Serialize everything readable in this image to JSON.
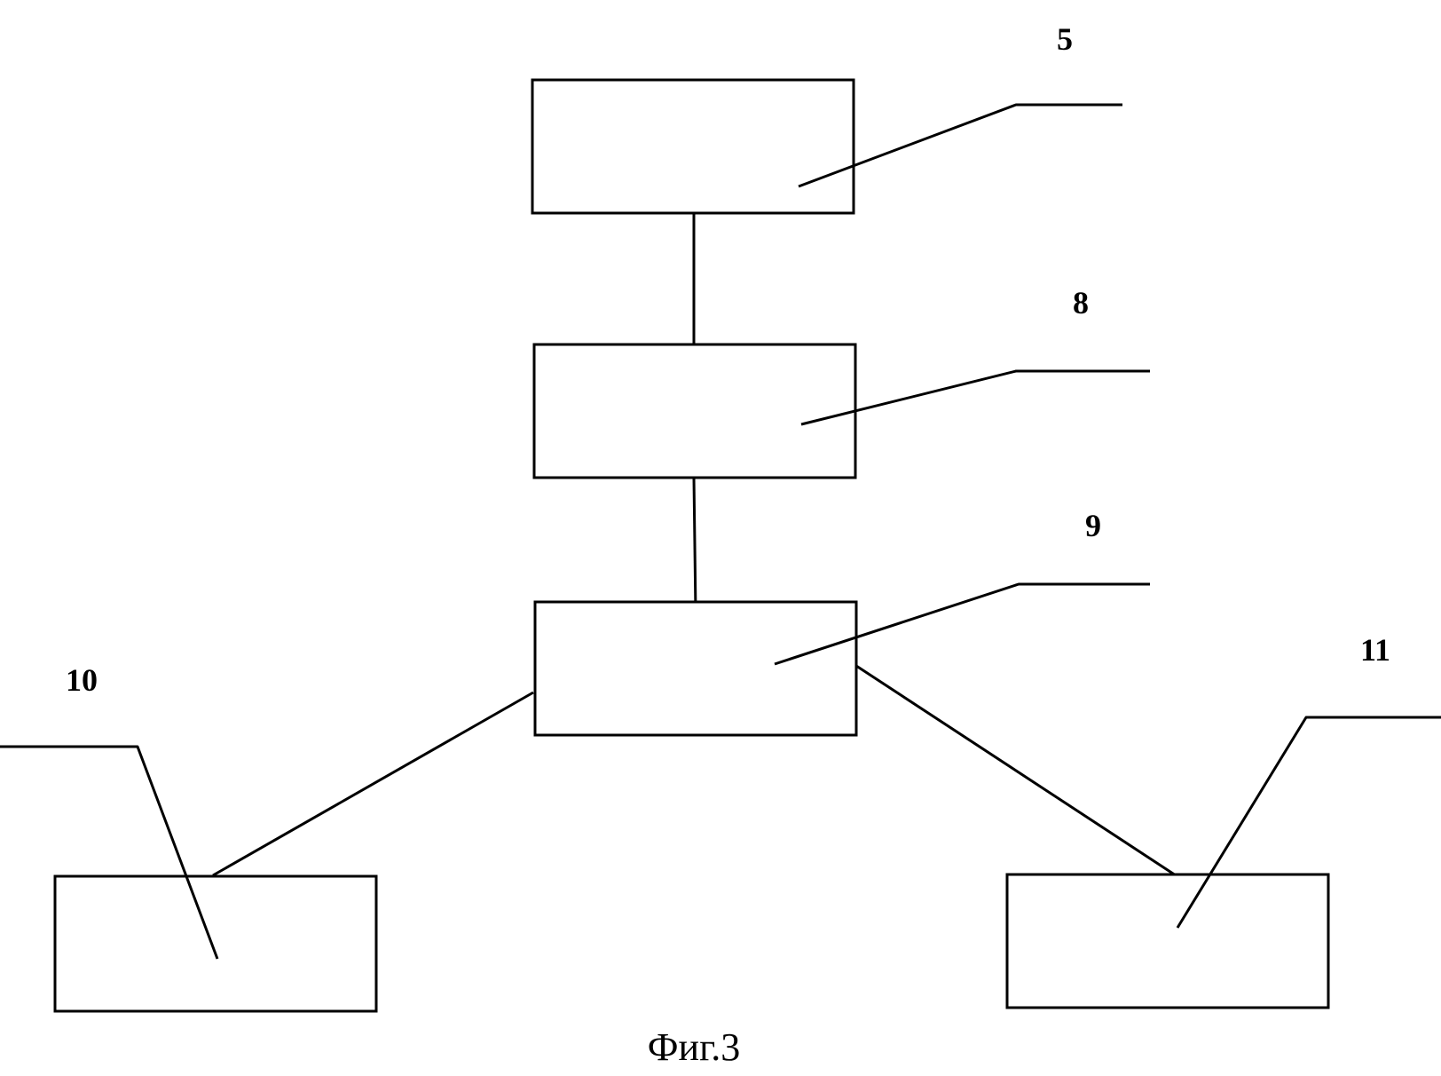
{
  "figure": {
    "caption": "Фиг.3",
    "labels": {
      "block_5": "5",
      "block_8": "8",
      "block_9": "9",
      "block_10": "10",
      "block_11": "11"
    }
  }
}
